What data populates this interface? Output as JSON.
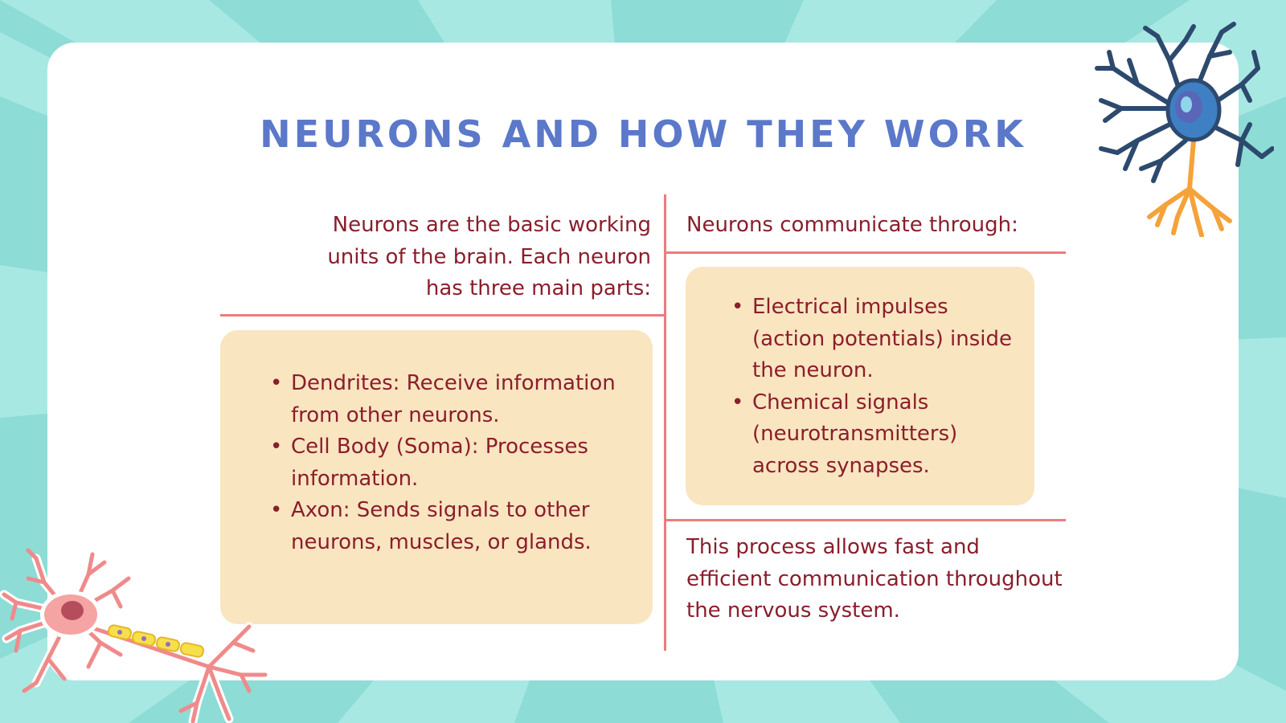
{
  "slide": {
    "title": "NEURONS AND HOW THEY WORK"
  },
  "left": {
    "intro": "Neurons are the basic working units of the brain. Each neuron has three main parts:",
    "parts": [
      "Dendrites: Receive information from other neurons.",
      "Cell Body (Soma): Processes information.",
      "Axon: Sends signals to other neurons, muscles, or glands."
    ]
  },
  "right": {
    "heading": "Neurons communicate through:",
    "methods": [
      "Electrical impulses (action potentials) inside the neuron.",
      "Chemical signals (neurotransmitters) across synapses."
    ],
    "conclusion": "This process allows fast and efficient communication throughout the nervous system."
  },
  "colors": {
    "background": "#8ddcd6",
    "title": "#5b78c9",
    "text": "#8a1e2c",
    "divider": "#ec7c7c",
    "box": "#fae5c1",
    "blue_neuron": "#2d4a6e",
    "pink_neuron": "#f08a8a"
  },
  "icons": {
    "top_right": "blue-neuron-icon",
    "bottom_left": "pink-neuron-icon"
  }
}
